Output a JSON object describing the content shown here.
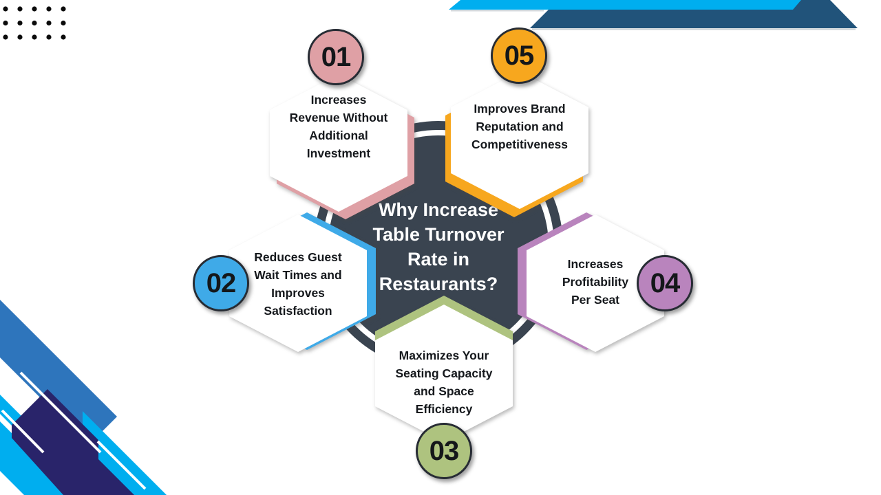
{
  "title": {
    "text": "Why Increase\nTable Turnover\nRate in\nRestaurants?"
  },
  "items": [
    {
      "number": "01",
      "label": "Increases\nRevenue Without\nAdditional\nInvestment",
      "color": "#dfa0a5"
    },
    {
      "number": "02",
      "label": "Reduces Guest\nWait Times and\nImproves\nSatisfaction",
      "color": "#3faae8"
    },
    {
      "number": "03",
      "label": "Maximizes Your\nSeating Capacity\nand Space\nEfficiency",
      "color": "#aec37f"
    },
    {
      "number": "04",
      "label": "Increases\nProfitability\nPer Seat",
      "color": "#b984bd"
    },
    {
      "number": "05",
      "label": "Improves Brand\nReputation and\nCompetitiveness",
      "color": "#f7a71e"
    }
  ],
  "colors": {
    "circle_fill": "#3a4450",
    "ring_white": "#ffffff",
    "light_blue": "#00aeef",
    "steel_blue": "#21537a",
    "medium_blue": "#2e75bc",
    "navy": "#29246a",
    "dot_black": "#0b0b0b",
    "shadow_gray": "#cfd5da",
    "text_dark": "#15181c"
  }
}
